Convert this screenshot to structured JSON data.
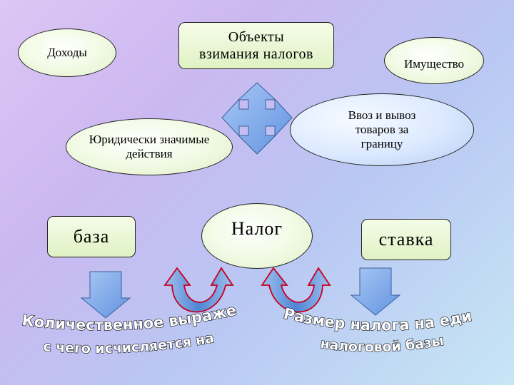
{
  "nodes": {
    "income": "Доходы",
    "objects_line1": "Объекты",
    "objects_line2": "взимания  налогов",
    "property": "Имущество",
    "legal_line1": "Юридически значимые",
    "legal_line2": "действия",
    "import_line1": "Ввоз и вывоз",
    "import_line2": "товаров за",
    "import_line3": "границу",
    "base": "база",
    "tax": "Налог",
    "rate": "ставка"
  },
  "wordart": {
    "base_def_line1": "Количественное выражение того,",
    "base_def_line2": "с чего исчисляется налог",
    "rate_def_line1": "Размер налога на единицу",
    "rate_def_line2": "налоговой базы"
  },
  "colors": {
    "arrow_fill": "#7aa6e8",
    "curved_arrow_fill": "#5a8fd8",
    "curved_arrow_outline": "#c8001e"
  },
  "icons": [
    "four-way-arrow-icon",
    "down-arrow-icon",
    "curved-up-arrow-icon"
  ]
}
